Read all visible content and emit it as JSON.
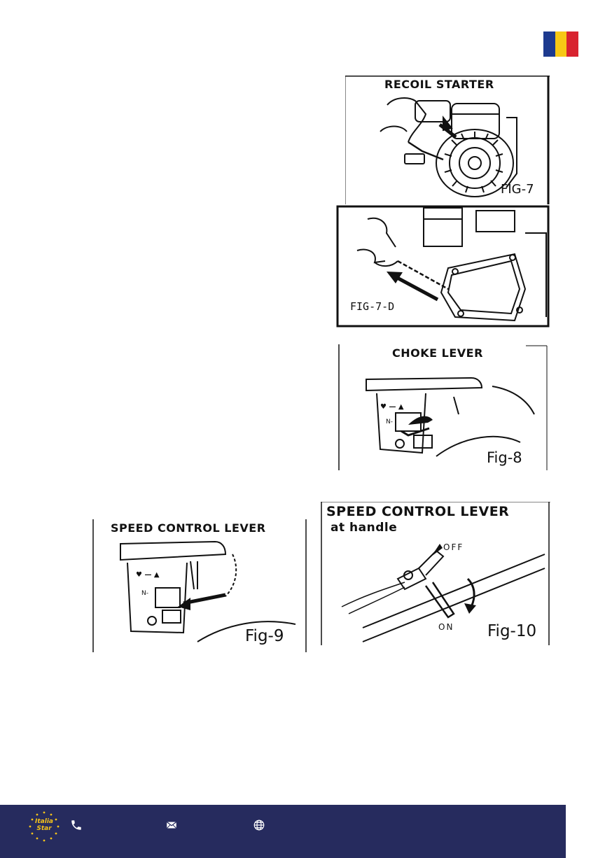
{
  "colors": {
    "flag_blue": "#1d3a8f",
    "flag_yellow": "#f7c815",
    "flag_red": "#d8232f",
    "footer_bg": "#262b5e",
    "logo_accent": "#f4c21a"
  },
  "figures": {
    "fig7": {
      "title": "RECOIL STARTER",
      "label": "FIG-7"
    },
    "fig7d": {
      "label": "FIG-7-D"
    },
    "fig8": {
      "title": "CHOKE LEVER",
      "label": "Fig-8"
    },
    "fig9": {
      "title": "SPEED CONTROL LEVER",
      "label": "Fig-9"
    },
    "fig10": {
      "title": "SPEED CONTROL LEVER",
      "subtitle": "at handle",
      "label": "Fig-10",
      "off_label": "OFF",
      "on_label": "ON"
    }
  },
  "footer": {
    "logo_line1": "Italia",
    "logo_line2": "Star",
    "icons": [
      "phone-icon",
      "mail-icon",
      "globe-icon"
    ]
  }
}
